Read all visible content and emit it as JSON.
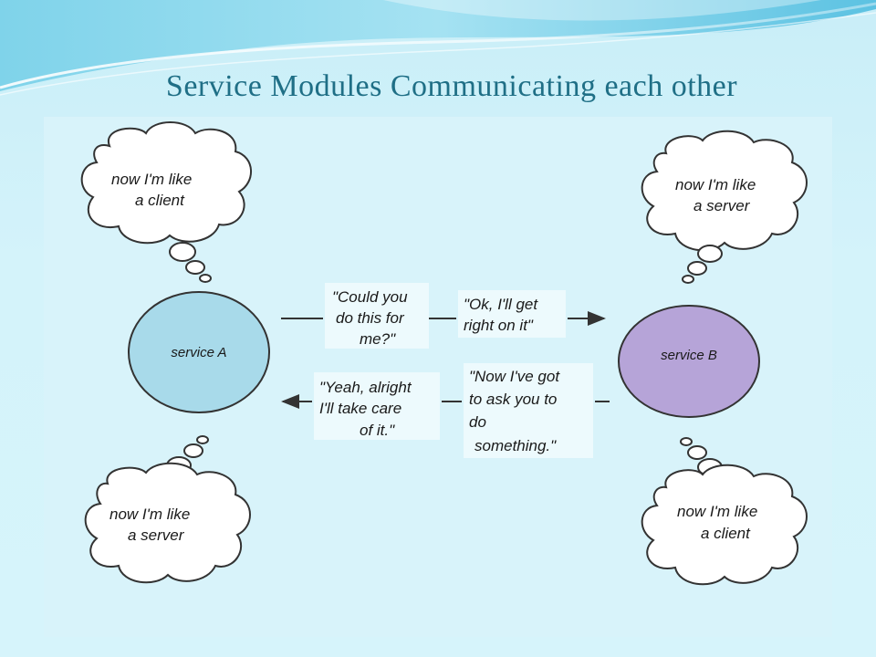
{
  "slide": {
    "title": "Service Modules Communicating each other"
  },
  "diagram": {
    "nodes": {
      "service_a": {
        "label": "service A",
        "color": "#a8daea"
      },
      "service_b": {
        "label": "service B",
        "color": "#b6a4d8"
      }
    },
    "thoughts": {
      "a_top": {
        "line1": "now I'm like",
        "line2": "a client"
      },
      "a_bottom": {
        "line1": "now I'm like",
        "line2": "a server"
      },
      "b_top": {
        "line1": "now I'm like",
        "line2": "a server"
      },
      "b_bottom": {
        "line1": "now I'm like",
        "line2": "a client"
      }
    },
    "messages": {
      "request_a": {
        "line1": "\"Could you",
        "line2": "do this for",
        "line3": "me?\""
      },
      "reply_b": {
        "line1": "\"Ok, I'll get",
        "line2": "right on it\""
      },
      "reply_a": {
        "line1": "\"Yeah, alright",
        "line2": "I'll take care",
        "line3": "of it.\""
      },
      "request_b": {
        "line1": "\"Now I've got",
        "line2": "to ask you to",
        "line3": "do",
        "line4": "something.\""
      }
    },
    "colors": {
      "title": "#1f6f86",
      "background": "#d2f1f9",
      "stroke": "#333333"
    }
  }
}
